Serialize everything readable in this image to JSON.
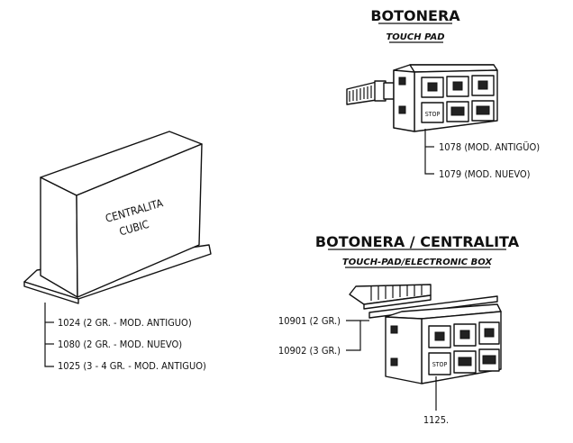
{
  "botonera": {
    "title": "BOTONERA",
    "subtitle": "TOUCH PAD",
    "codes": [
      "1078 (MOD. ANTIGÜO)",
      "1079 (MOD. NUEVO)"
    ],
    "stop_label": "STOP"
  },
  "centralita": {
    "label_line1": "CENTRALITA",
    "label_line2": "CUBIC",
    "codes": [
      "1024 (2 GR. - MOD. ANTIGUO)",
      "1080 (2 GR. - MOD. NUEVO)",
      "1025 (3 - 4 GR. - MOD. ANTIGUO)"
    ]
  },
  "botonera_centralita": {
    "title": "BOTONERA / CENTRALITA",
    "subtitle": "TOUCH-PAD/ELECTRONIC BOX",
    "left_codes": [
      "10901 (2 GR.)",
      "10902 (3 GR.)"
    ],
    "bottom_code": "1125.",
    "stop_label": "STOP"
  }
}
